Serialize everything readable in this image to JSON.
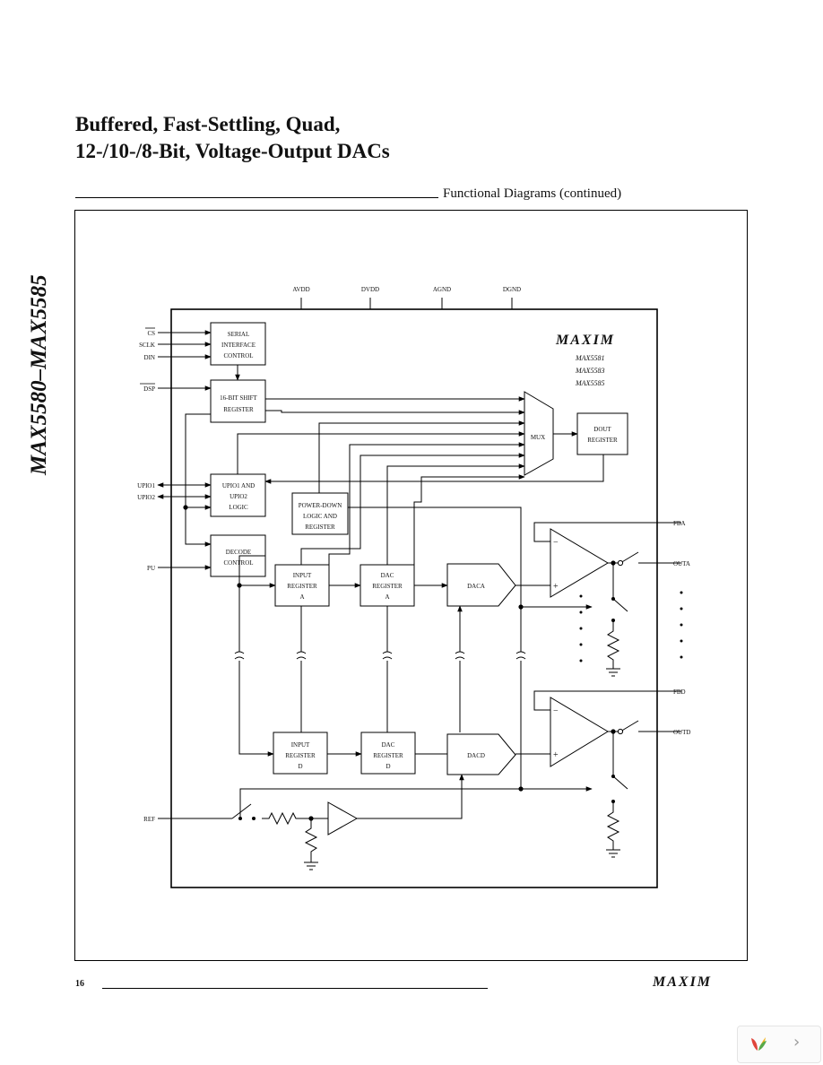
{
  "title": {
    "line1": "Buffered, Fast-Settling, Quad,",
    "line2": "12-/10-/8-Bit, Voltage-Output DACs"
  },
  "side_label": "MAX5580–MAX5585",
  "section_title": "Functional Diagrams (continued)",
  "diagram": {
    "logo": "MAXIM",
    "part_numbers": [
      "MAX5581",
      "MAX5583",
      "MAX5585"
    ],
    "supply_pins": [
      "AVDD",
      "DVDD",
      "AGND",
      "DGND"
    ],
    "input_pins": [
      "CS",
      "SCLK",
      "DIN",
      "DSP",
      "UPIO1",
      "UPIO2",
      "PU",
      "REF"
    ],
    "output_pins": [
      "FBA",
      "OUTA",
      "FBD",
      "OUTD"
    ],
    "blocks": {
      "serial_interface": [
        "SERIAL",
        "INTERFACE",
        "CONTROL"
      ],
      "shift_register": [
        "16-BIT SHIFT",
        "REGISTER"
      ],
      "upio_logic": [
        "UPIO1 AND",
        "UPIO2",
        "LOGIC"
      ],
      "decode": [
        "DECODE",
        "CONTROL"
      ],
      "power_down": [
        "POWER-DOWN",
        "LOGIC AND",
        "REGISTER"
      ],
      "mux": "MUX",
      "dout": [
        "DOUT",
        "REGISTER"
      ],
      "input_reg_a": [
        "INPUT",
        "REGISTER",
        "A"
      ],
      "dac_reg_a": [
        "DAC",
        "REGISTER",
        "A"
      ],
      "dac_a": "DACA",
      "input_reg_d": [
        "INPUT",
        "REGISTER",
        "D"
      ],
      "dac_reg_d": [
        "DAC",
        "REGISTER",
        "D"
      ],
      "dac_d": "DACD"
    }
  },
  "footer": {
    "page_number": "16",
    "logo": "MAXIM"
  }
}
